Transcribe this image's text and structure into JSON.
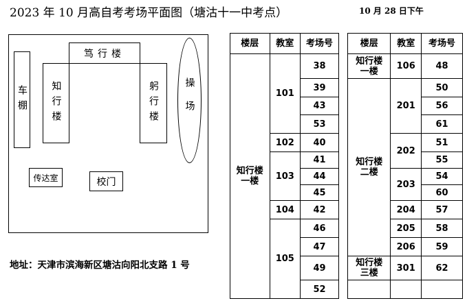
{
  "header": {
    "title": "2023 年 10 月高自考考场平面图（塘沽十一中考点）",
    "date": "10 月 28 日下午"
  },
  "map": {
    "buildings": {
      "bike_shed": "车棚",
      "zhixing": "知行楼",
      "duxing": "笃行楼",
      "gongxing": "躬行楼",
      "playground": "操场",
      "reception": "传达室",
      "gate": "校门"
    }
  },
  "address": "地址：天津市滨海新区塘沽向阳北支路 1 号",
  "table": {
    "headers": [
      "楼层",
      "教室",
      "考场号"
    ],
    "left": [
      {
        "floor": "知行楼一楼",
        "rooms": [
          {
            "room": "101",
            "exams": [
              "38",
              "39",
              "43",
              "53"
            ]
          },
          {
            "room": "102",
            "exams": [
              "40"
            ]
          },
          {
            "room": "103",
            "exams": [
              "41",
              "44",
              "45"
            ]
          },
          {
            "room": "104",
            "exams": [
              "42"
            ]
          },
          {
            "room": "105",
            "exams": [
              "46",
              "47",
              "49",
              "52"
            ]
          }
        ]
      }
    ],
    "right": [
      {
        "floor": "知行楼一楼",
        "rooms": [
          {
            "room": "106",
            "exams": [
              "48"
            ]
          }
        ]
      },
      {
        "floor": "知行楼二楼",
        "rooms": [
          {
            "room": "201",
            "exams": [
              "50",
              "56",
              "61"
            ]
          },
          {
            "room": "202",
            "exams": [
              "51",
              "55"
            ]
          },
          {
            "room": "203",
            "exams": [
              "54",
              "60"
            ]
          },
          {
            "room": "204",
            "exams": [
              "57"
            ]
          },
          {
            "room": "205",
            "exams": [
              "58"
            ]
          },
          {
            "room": "206",
            "exams": [
              "59"
            ]
          }
        ]
      },
      {
        "floor": "知行楼三楼",
        "rooms": [
          {
            "room": "301",
            "exams": [
              "62"
            ]
          }
        ]
      },
      {
        "floor": "",
        "rooms": [
          {
            "room": "",
            "exams": [
              ""
            ]
          }
        ]
      }
    ]
  }
}
